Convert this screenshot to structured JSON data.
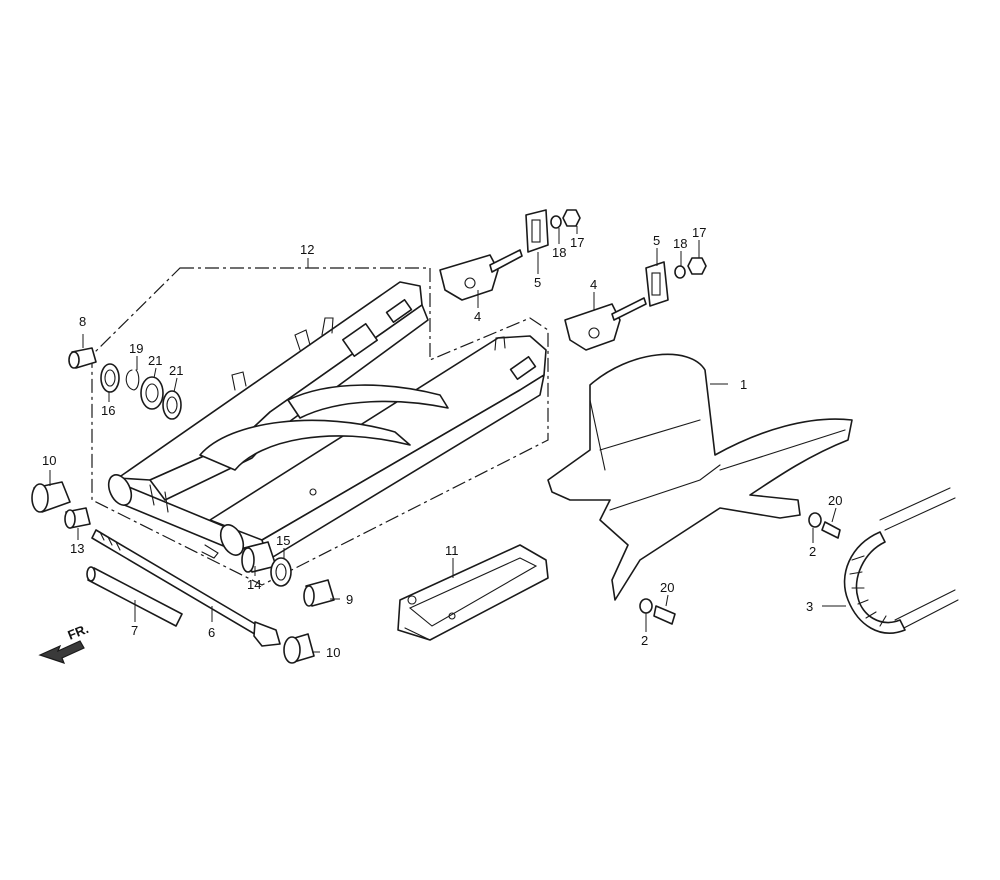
{
  "direction_indicator": {
    "label": "FR."
  },
  "callouts": [
    {
      "id": "c1",
      "label": "1"
    },
    {
      "id": "c2a",
      "label": "2"
    },
    {
      "id": "c2b",
      "label": "2"
    },
    {
      "id": "c3",
      "label": "3"
    },
    {
      "id": "c4a",
      "label": "4"
    },
    {
      "id": "c4b",
      "label": "4"
    },
    {
      "id": "c5a",
      "label": "5"
    },
    {
      "id": "c5b",
      "label": "5"
    },
    {
      "id": "c6",
      "label": "6"
    },
    {
      "id": "c7",
      "label": "7"
    },
    {
      "id": "c8",
      "label": "8"
    },
    {
      "id": "c9",
      "label": "9"
    },
    {
      "id": "c10a",
      "label": "10"
    },
    {
      "id": "c10b",
      "label": "10"
    },
    {
      "id": "c11",
      "label": "11"
    },
    {
      "id": "c12",
      "label": "12"
    },
    {
      "id": "c13",
      "label": "13"
    },
    {
      "id": "c14",
      "label": "14"
    },
    {
      "id": "c15",
      "label": "15"
    },
    {
      "id": "c16",
      "label": "16"
    },
    {
      "id": "c17a",
      "label": "17"
    },
    {
      "id": "c17b",
      "label": "17"
    },
    {
      "id": "c18a",
      "label": "18"
    },
    {
      "id": "c18b",
      "label": "18"
    },
    {
      "id": "c19",
      "label": "19"
    },
    {
      "id": "c20a",
      "label": "20"
    },
    {
      "id": "c20b",
      "label": "20"
    },
    {
      "id": "c21a",
      "label": "21"
    },
    {
      "id": "c21b",
      "label": "21"
    }
  ]
}
